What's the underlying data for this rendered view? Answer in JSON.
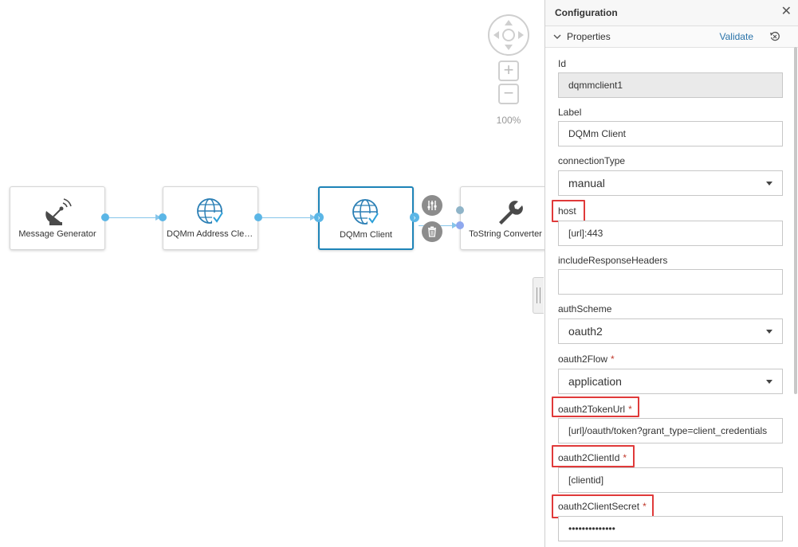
{
  "canvas": {
    "zoom_level": "100%",
    "nodes": [
      {
        "label": "Message Generator",
        "icon": "satellite-dish-icon"
      },
      {
        "label": "DQMm Address Clea…",
        "icon": "globe-check-icon"
      },
      {
        "label": "DQMm Client",
        "icon": "globe-check-icon",
        "selected": true
      },
      {
        "label": "ToString Converter",
        "icon": "wrench-icon"
      }
    ],
    "node_actions": [
      "settings-sliders-icon",
      "trash-icon"
    ]
  },
  "panel": {
    "title": "Configuration",
    "section": "Properties",
    "validate_label": "Validate",
    "fields": {
      "id": {
        "label": "Id",
        "value": "dqmmclient1"
      },
      "label": {
        "label": "Label",
        "value": "DQMm Client"
      },
      "connection_type": {
        "label": "connectionType",
        "value": "manual"
      },
      "host": {
        "label": "host",
        "value": "[url]:443"
      },
      "include_response_headers": {
        "label": "includeResponseHeaders",
        "value": ""
      },
      "auth_scheme": {
        "label": "authScheme",
        "value": "oauth2"
      },
      "oauth2_flow": {
        "label": "oauth2Flow",
        "required": "*",
        "value": "application"
      },
      "oauth2_token_url": {
        "label": "oauth2TokenUrl",
        "required": "*",
        "value": "[url]/oauth/token?grant_type=client_credentials"
      },
      "oauth2_client_id": {
        "label": "oauth2ClientId",
        "required": "*",
        "value": "[clientid]"
      },
      "oauth2_client_secret": {
        "label": "oauth2ClientSecret",
        "required": "*",
        "value": "••••••••••••••"
      }
    }
  },
  "colors": {
    "accent": "#1e84b8",
    "port": "#5bb6e6",
    "highlight": "#e03a3a",
    "link": "#2a73a9"
  }
}
